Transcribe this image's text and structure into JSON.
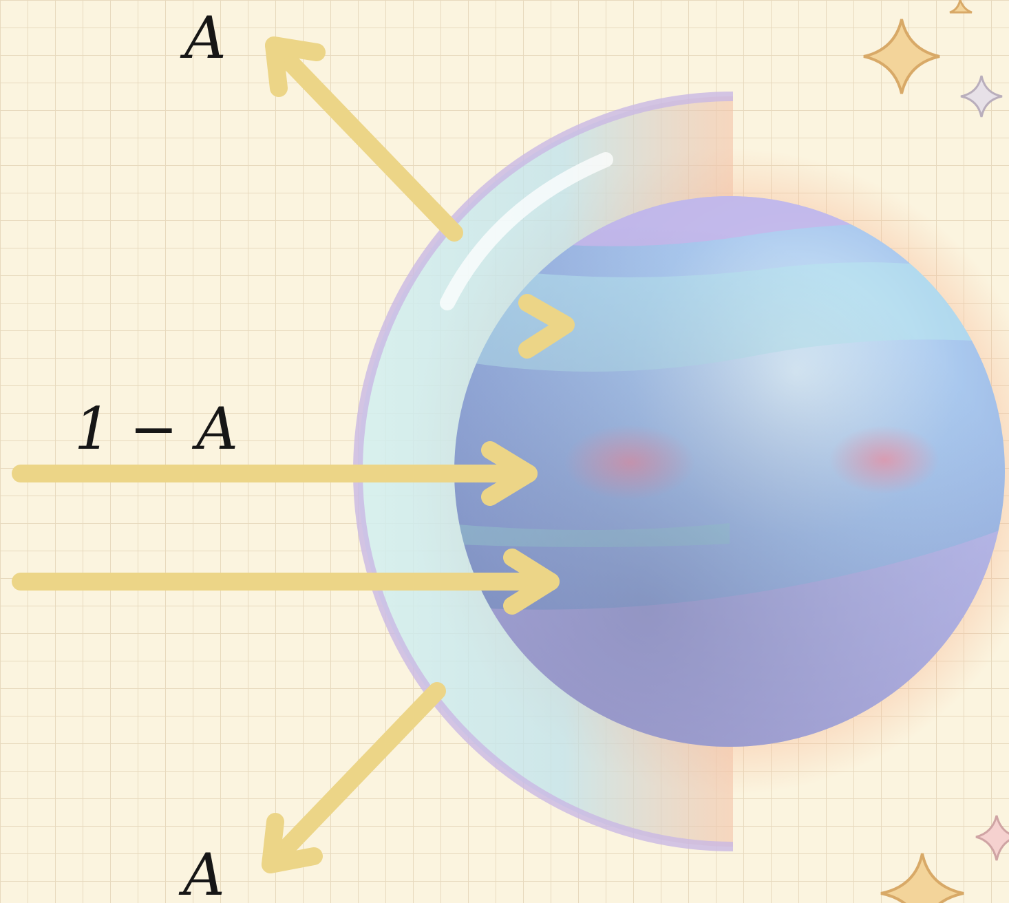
{
  "diagram": {
    "labels": {
      "reflected_top": "A",
      "absorbed": "1 − A",
      "reflected_bottom": "A"
    },
    "colors": {
      "background": "#fbf4df",
      "grid_line": "#e7d9bd",
      "arrow": "#ecd587",
      "planet_base": "#9fb6e6",
      "planet_band_purple": "#c7b6ea",
      "planet_band_cyan": "#b8e7ef",
      "planet_spot": "#f2a6b6",
      "atmosphere_shell": "#bfe6ea",
      "atmosphere_rim": "#c9b8e3",
      "atmosphere_glow": "#f6b895",
      "star_gold": "#f0cc88",
      "star_grey": "#d9d3dc",
      "star_pink": "#f2c6c6"
    },
    "icons": [
      "planet-icon",
      "sparkle-icon"
    ]
  }
}
